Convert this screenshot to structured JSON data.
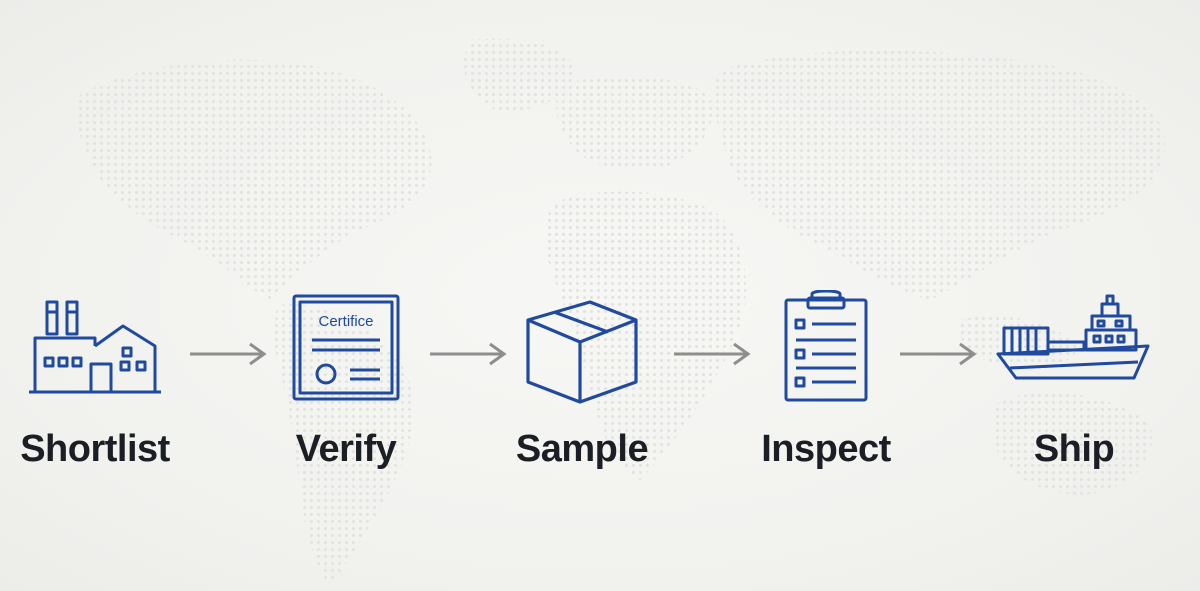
{
  "colors": {
    "icon_stroke": "#1f4aa0",
    "arrow": "#8e8e8e",
    "label": "#1b1e24",
    "map_dot": "#e3e3e0"
  },
  "steps": [
    {
      "label": "Shortlist",
      "icon": "factory-icon"
    },
    {
      "label": "Verify",
      "icon": "certificate-icon",
      "icon_text": "Certifice"
    },
    {
      "label": "Sample",
      "icon": "box-icon"
    },
    {
      "label": "Inspect",
      "icon": "clipboard-icon"
    },
    {
      "label": "Ship",
      "icon": "ship-icon"
    }
  ]
}
